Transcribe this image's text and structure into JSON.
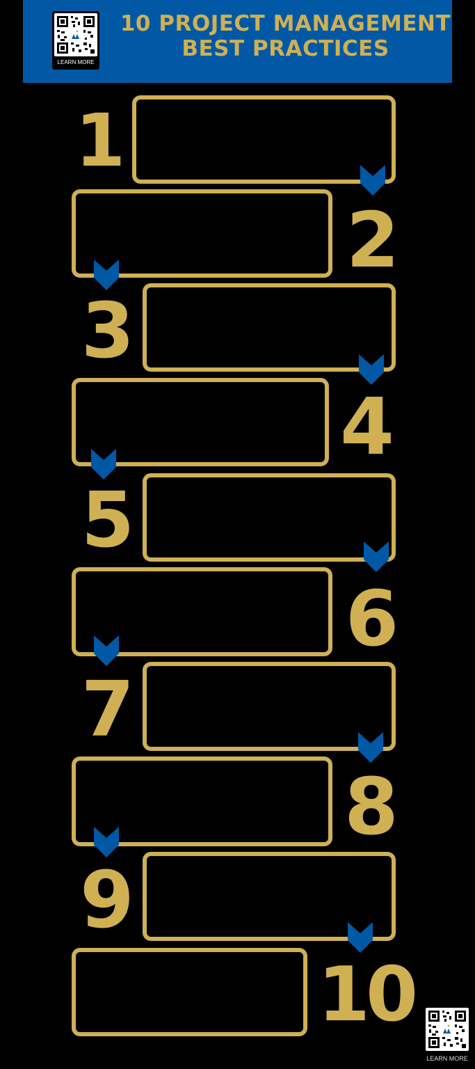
{
  "header": {
    "title_line1": "10 PROJECT MANAGEMENT",
    "title_line2": "BEST PRACTICES",
    "background_color": "#0159a6",
    "title_color": "#cfb053"
  },
  "qr_top": {
    "icon": "qr-code-icon",
    "label": "LEARN MORE"
  },
  "qr_bottom": {
    "icon": "qr-code-icon",
    "label": "LEARN MORE"
  },
  "colors": {
    "gold": "#cfb053",
    "blue": "#0159a6",
    "background": "#000000"
  },
  "steps": [
    {
      "number": "1",
      "text": ""
    },
    {
      "number": "2",
      "text": ""
    },
    {
      "number": "3",
      "text": ""
    },
    {
      "number": "4",
      "text": ""
    },
    {
      "number": "5",
      "text": ""
    },
    {
      "number": "6",
      "text": ""
    },
    {
      "number": "7",
      "text": ""
    },
    {
      "number": "8",
      "text": ""
    },
    {
      "number": "9",
      "text": ""
    },
    {
      "number": "10",
      "text": ""
    }
  ],
  "connector_icon": "chevron-down-icon"
}
